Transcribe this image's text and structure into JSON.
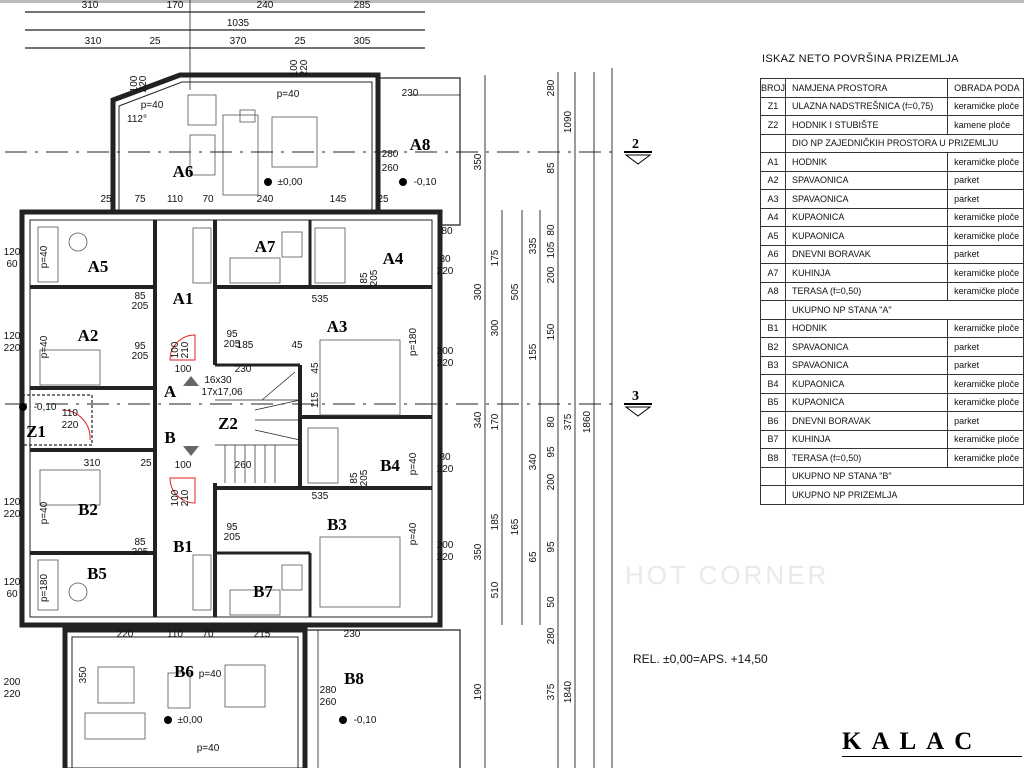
{
  "table": {
    "title": "ISKAZ NETO POVRŠINA PRIZEMLJA",
    "headers": [
      "BROJ",
      "NAMJENA PROSTORA",
      "OBRADA PODA"
    ],
    "rows": [
      {
        "id": "Z1",
        "name": "ULAZNA NADSTREŠNICA (f=0,75)",
        "floor": "keramičke ploče"
      },
      {
        "id": "Z2",
        "name": "HODNIK I STUBIŠTE",
        "floor": "kamene ploče"
      },
      {
        "id": "",
        "name": "DIO NP ZAJEDNIČKIH PROSTORA U PRIZEMLJU",
        "floor": "",
        "section": true
      },
      {
        "id": "A1",
        "name": "HODNIK",
        "floor": "keramičke ploče"
      },
      {
        "id": "A2",
        "name": "SPAVAONICA",
        "floor": "parket"
      },
      {
        "id": "A3",
        "name": "SPAVAONICA",
        "floor": "parket"
      },
      {
        "id": "A4",
        "name": "KUPAONICA",
        "floor": "keramičke ploče"
      },
      {
        "id": "A5",
        "name": "KUPAONICA",
        "floor": "keramičke ploče"
      },
      {
        "id": "A6",
        "name": "DNEVNI BORAVAK",
        "floor": "parket"
      },
      {
        "id": "A7",
        "name": "KUHINJA",
        "floor": "keramičke ploče"
      },
      {
        "id": "A8",
        "name": "TERASA (f=0,50)",
        "floor": "keramičke ploče"
      },
      {
        "id": "",
        "name": "UKUPNO NP STANA \"A\"",
        "floor": "",
        "section": true
      },
      {
        "id": "B1",
        "name": "HODNIK",
        "floor": "keramičke ploče"
      },
      {
        "id": "B2",
        "name": "SPAVAONICA",
        "floor": "parket"
      },
      {
        "id": "B3",
        "name": "SPAVAONICA",
        "floor": "parket"
      },
      {
        "id": "B4",
        "name": "KUPAONICA",
        "floor": "keramičke ploče"
      },
      {
        "id": "B5",
        "name": "KUPAONICA",
        "floor": "keramičke ploče"
      },
      {
        "id": "B6",
        "name": "DNEVNI BORAVAK",
        "floor": "parket"
      },
      {
        "id": "B7",
        "name": "KUHINJA",
        "floor": "keramičke ploče"
      },
      {
        "id": "B8",
        "name": "TERASA (f=0,50)",
        "floor": "keramičke ploče"
      },
      {
        "id": "",
        "name": "UKUPNO NP STANA \"B\"",
        "floor": "",
        "section": true
      },
      {
        "id": "",
        "name": "UKUPNO NP PRIZEMLJA",
        "floor": "",
        "section": true
      }
    ]
  },
  "plan": {
    "rooms": [
      "A6",
      "A8",
      "A5",
      "A7",
      "A4",
      "A1",
      "A2",
      "A3",
      "A",
      "Z1",
      "Z2",
      "B",
      "B4",
      "B2",
      "B3",
      "B1",
      "B5",
      "B7",
      "B6",
      "B8"
    ],
    "levels": [
      "±0,00",
      "-0,10",
      "-0,10",
      "±0,00",
      "-0,10"
    ],
    "section_markers": [
      "2",
      "3"
    ],
    "dims": [
      "310",
      "170",
      "240",
      "285",
      "1035",
      "310",
      "25",
      "370",
      "25",
      "305",
      "25",
      "75",
      "110",
      "70",
      "240",
      "145",
      "25",
      "230",
      "280",
      "260",
      "p=40",
      "p=40",
      "100",
      "220",
      "100",
      "220",
      "112°",
      "120",
      "60",
      "120",
      "220",
      "120",
      "220",
      "120",
      "60",
      "200",
      "220",
      "80",
      "220",
      "200",
      "220",
      "80",
      "220",
      "200",
      "220",
      "80",
      "535",
      "535",
      "310",
      "25",
      "100",
      "100",
      "230",
      "260",
      "185",
      "45",
      "45",
      "115",
      "16x30",
      "17x17,06",
      "85",
      "205",
      "95",
      "205",
      "95",
      "205",
      "85",
      "205",
      "85",
      "205",
      "95",
      "205",
      "85",
      "205",
      "100",
      "210",
      "100",
      "210",
      "110",
      "220",
      "220",
      "110",
      "70",
      "215",
      "230",
      "280",
      "260",
      "p=40",
      "p=40",
      "p=40",
      "p=40",
      "p=180",
      "p=40",
      "p=40",
      "p=180",
      "p=40",
      "350",
      "350",
      "300",
      "340",
      "350",
      "190",
      "175",
      "300",
      "170",
      "185",
      "510",
      "505",
      "165",
      "335",
      "155",
      "340",
      "65",
      "280",
      "85",
      "80",
      "105",
      "200",
      "150",
      "80",
      "95",
      "200",
      "95",
      "50",
      "280",
      "375",
      "1090",
      "375",
      "1840",
      "1860"
    ]
  },
  "notes": {
    "rel": "REL. ±0,00=APS. +14,50",
    "project": "KALAC",
    "watermark": "HOT CORNER"
  }
}
